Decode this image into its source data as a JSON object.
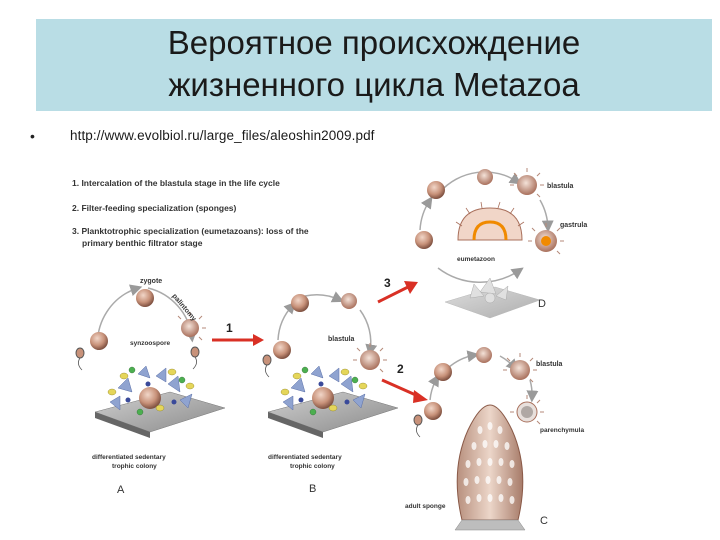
{
  "slide": {
    "title_line1": "Вероятное происхождение",
    "title_line2": "жизненного цикла Metazoa",
    "bullet": "•",
    "link": "http://www.evolbiol.ru/large_files/aleoshin2009.pdf"
  },
  "figure": {
    "legend": [
      "1. Intercalation of the blastula stage in the life cycle",
      "2. Filter-feeding specialization (sponges)",
      "3. Planktotrophic specialization (eumetazoans): loss of the",
      "primary benthic filtrator stage"
    ],
    "labels": {
      "zygote": "zygote",
      "palintomy": "palintomy",
      "synzoospore": "synzoospore",
      "blastula_b": "blastula",
      "blastula_c": "blastula",
      "blastula_d": "blastula",
      "gastrula": "gastrula",
      "eumetazoon": "eumetazoon",
      "parenchymula": "parenchymula",
      "adult_sponge": "adult sponge",
      "colony_a_line1": "differentiated sedentary",
      "colony_a_line2": "trophic colony",
      "colony_b_line1": "differentiated sedentary",
      "colony_b_line2": "trophic colony"
    },
    "arrows": [
      "1",
      "2",
      "3"
    ],
    "panels": [
      "A",
      "B",
      "C",
      "D"
    ],
    "colors": {
      "arrow": "#d93025",
      "cell": "#c8927a",
      "cell_dark": "#8a5a48",
      "cycle": "#aaaaaa",
      "gastrula_core": "#f08a00",
      "sponge": "#d9b7a5"
    }
  }
}
